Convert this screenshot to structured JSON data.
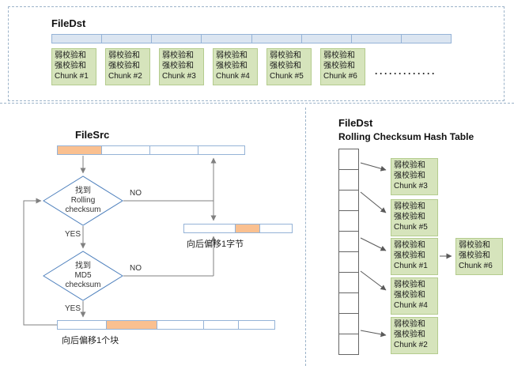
{
  "top_section": {
    "title": "FileDst",
    "chunks": [
      {
        "line1": "弱校验和",
        "line2": "强校验和",
        "line3": "Chunk #1"
      },
      {
        "line1": "弱校验和",
        "line2": "强校验和",
        "line3": "Chunk #2"
      },
      {
        "line1": "弱校验和",
        "line2": "强校验和",
        "line3": "Chunk #3"
      },
      {
        "line1": "弱校验和",
        "line2": "强校验和",
        "line3": "Chunk #4"
      },
      {
        "line1": "弱校验和",
        "line2": "强校验和",
        "line3": "Chunk #5"
      },
      {
        "line1": "弱校验和",
        "line2": "强校验和",
        "line3": "Chunk #6"
      }
    ],
    "ellipsis": "·············"
  },
  "flowchart": {
    "title": "FileSrc",
    "diamond_rolling": {
      "line1": "找到",
      "line2": "Rolling",
      "line3": "checksum"
    },
    "diamond_md5": {
      "line1": "找到",
      "line2": "MD5",
      "line3": "checksum"
    },
    "label_no": "NO",
    "label_yes": "YES",
    "shift_byte_label": "向后偏移1字节",
    "shift_block_label": "向后偏移1个块"
  },
  "hash_section": {
    "title": "FileDst",
    "subtitle": "Rolling Checksum Hash Table",
    "entries": [
      {
        "line1": "弱校验和",
        "line2": "强校验和",
        "line3": "Chunk #3"
      },
      {
        "line1": "弱校验和",
        "line2": "强校验和",
        "line3": "Chunk #5"
      },
      {
        "line1": "弱校验和",
        "line2": "强校验和",
        "line3": "Chunk #1"
      },
      {
        "line1": "弱校验和",
        "line2": "强校验和",
        "line3": "Chunk #4"
      },
      {
        "line1": "弱校验和",
        "line2": "强校验和",
        "line3": "Chunk #2"
      }
    ],
    "linked": {
      "line1": "弱校验和",
      "line2": "强校验和",
      "line3": "Chunk #6"
    }
  },
  "colors": {
    "bar_blue": "#dbe5f1",
    "bar_orange": "#fac090",
    "chunk_green": "#d6e4bc",
    "diamond_stroke": "#4f81bd",
    "line_gray": "#808080"
  }
}
